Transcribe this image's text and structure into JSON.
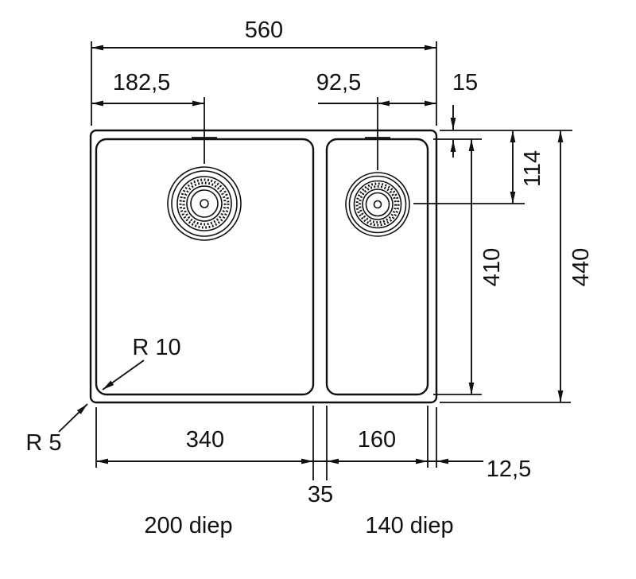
{
  "drawing": {
    "type": "technical-dimension-drawing",
    "subject": "double-bowl kitchen sink, top view",
    "line_color": "#111111",
    "background": "#ffffff"
  },
  "labels": {
    "overall_width": "560",
    "left_drain_from_left_edge": "182,5",
    "right_drain_from_right_edge": "92,5",
    "rear_rim": "15",
    "drain_center_from_rear": "114",
    "bowl_front_to_back": "410",
    "overall_depth": "440",
    "corner_radius_inner": "R 10",
    "corner_radius_outer": "R 5",
    "left_bowl_width": "340",
    "right_bowl_width": "160",
    "divider_width": "35",
    "side_rim": "12,5",
    "left_bowl_depth": "200 diep",
    "right_bowl_depth": "140 diep"
  }
}
